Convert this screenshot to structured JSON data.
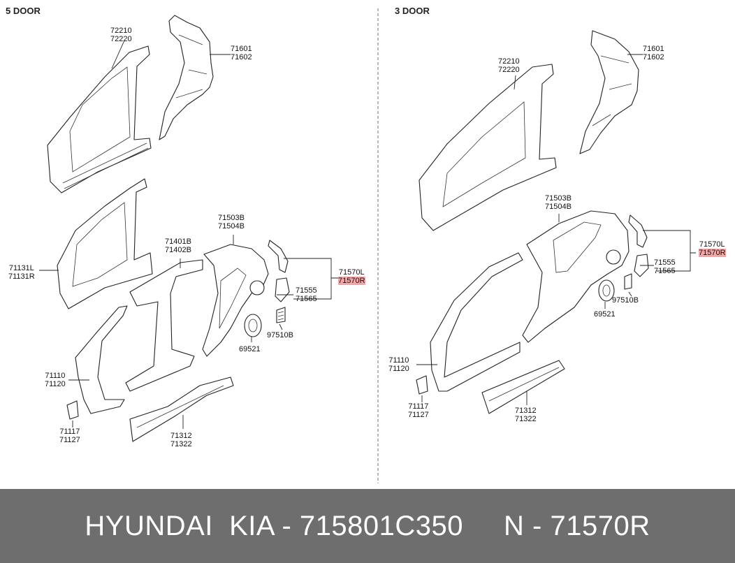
{
  "sections": {
    "left_title": "5 DOOR",
    "right_title": "3 DOOR"
  },
  "left": {
    "p72210": "72210",
    "p72220": "72220",
    "p71601": "71601",
    "p71602": "71602",
    "p71131L": "71131L",
    "p71131R": "71131R",
    "p71401B": "71401B",
    "p71402B": "71402B",
    "p71503B": "71503B",
    "p71504B": "71504B",
    "p71570L": "71570L",
    "p71570R": "71570R",
    "p71555": "71555",
    "p71565": "71565",
    "p97510B": "97510B",
    "p69521": "69521",
    "p71110": "71110",
    "p71120": "71120",
    "p71117": "71117",
    "p71127": "71127",
    "p71312": "71312",
    "p71322": "71322"
  },
  "right": {
    "p72210": "72210",
    "p72220": "72220",
    "p71601": "71601",
    "p71602": "71602",
    "p71503B": "71503B",
    "p71504B": "71504B",
    "p71570L": "71570L",
    "p71570R": "71570R",
    "p71555": "71555",
    "p71565": "71565",
    "p97510B": "97510B",
    "p69521": "69521",
    "p71110": "71110",
    "p71120": "71120",
    "p71117": "71117",
    "p71127": "71127",
    "p71312": "71312",
    "p71322": "71322"
  },
  "footer": {
    "brand_part": "HYUNDAI  KIA - 715801C350",
    "oem_part": "N - 71570R"
  },
  "colors": {
    "highlight": "#f4a6a6",
    "footer_bg": "#6e6e6e"
  }
}
